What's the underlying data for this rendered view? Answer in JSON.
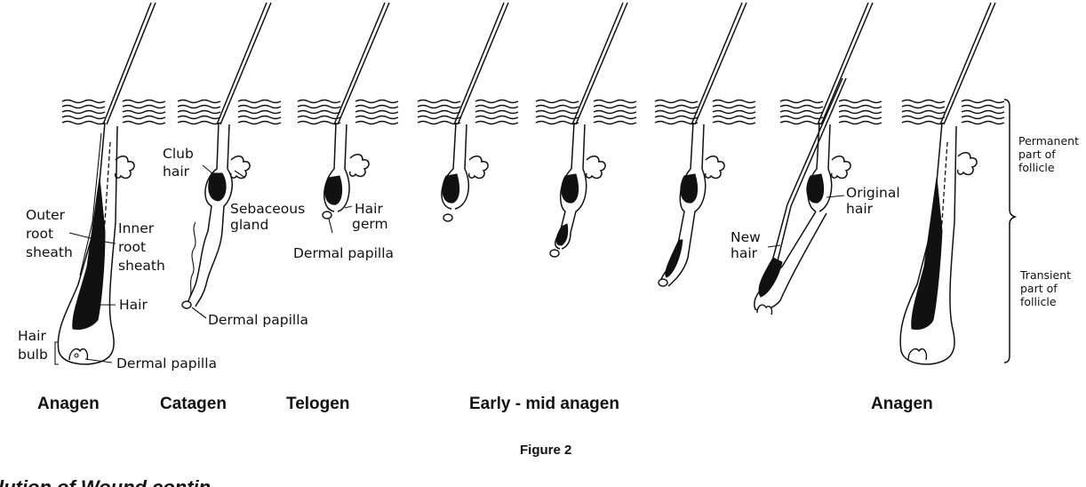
{
  "labels": {
    "outer_root_sheath": [
      "Outer",
      "root",
      "sheath"
    ],
    "inner_root_sheath": [
      "Inner",
      "root",
      "sheath"
    ],
    "hair": "Hair",
    "hair_bulb": [
      "Hair",
      "bulb"
    ],
    "dermal_papilla": "Dermal papilla",
    "club_hair": [
      "Club",
      "hair"
    ],
    "sebaceous_gland": [
      "Sebaceous",
      "gland"
    ],
    "hair_germ": [
      "Hair",
      "germ"
    ],
    "original_hair": [
      "Original",
      "hair"
    ],
    "new_hair": [
      "New",
      "hair"
    ],
    "permanent_part": [
      "Permanent",
      "part of",
      "follicle"
    ],
    "transient_part": [
      "Transient",
      "part of",
      "follicle"
    ]
  },
  "stages": [
    "Anagen",
    "Catagen",
    "Telogen",
    "Early - mid anagen",
    "Anagen"
  ],
  "caption": "Figure 2",
  "cut_off_heading": "lution of Wound contin"
}
